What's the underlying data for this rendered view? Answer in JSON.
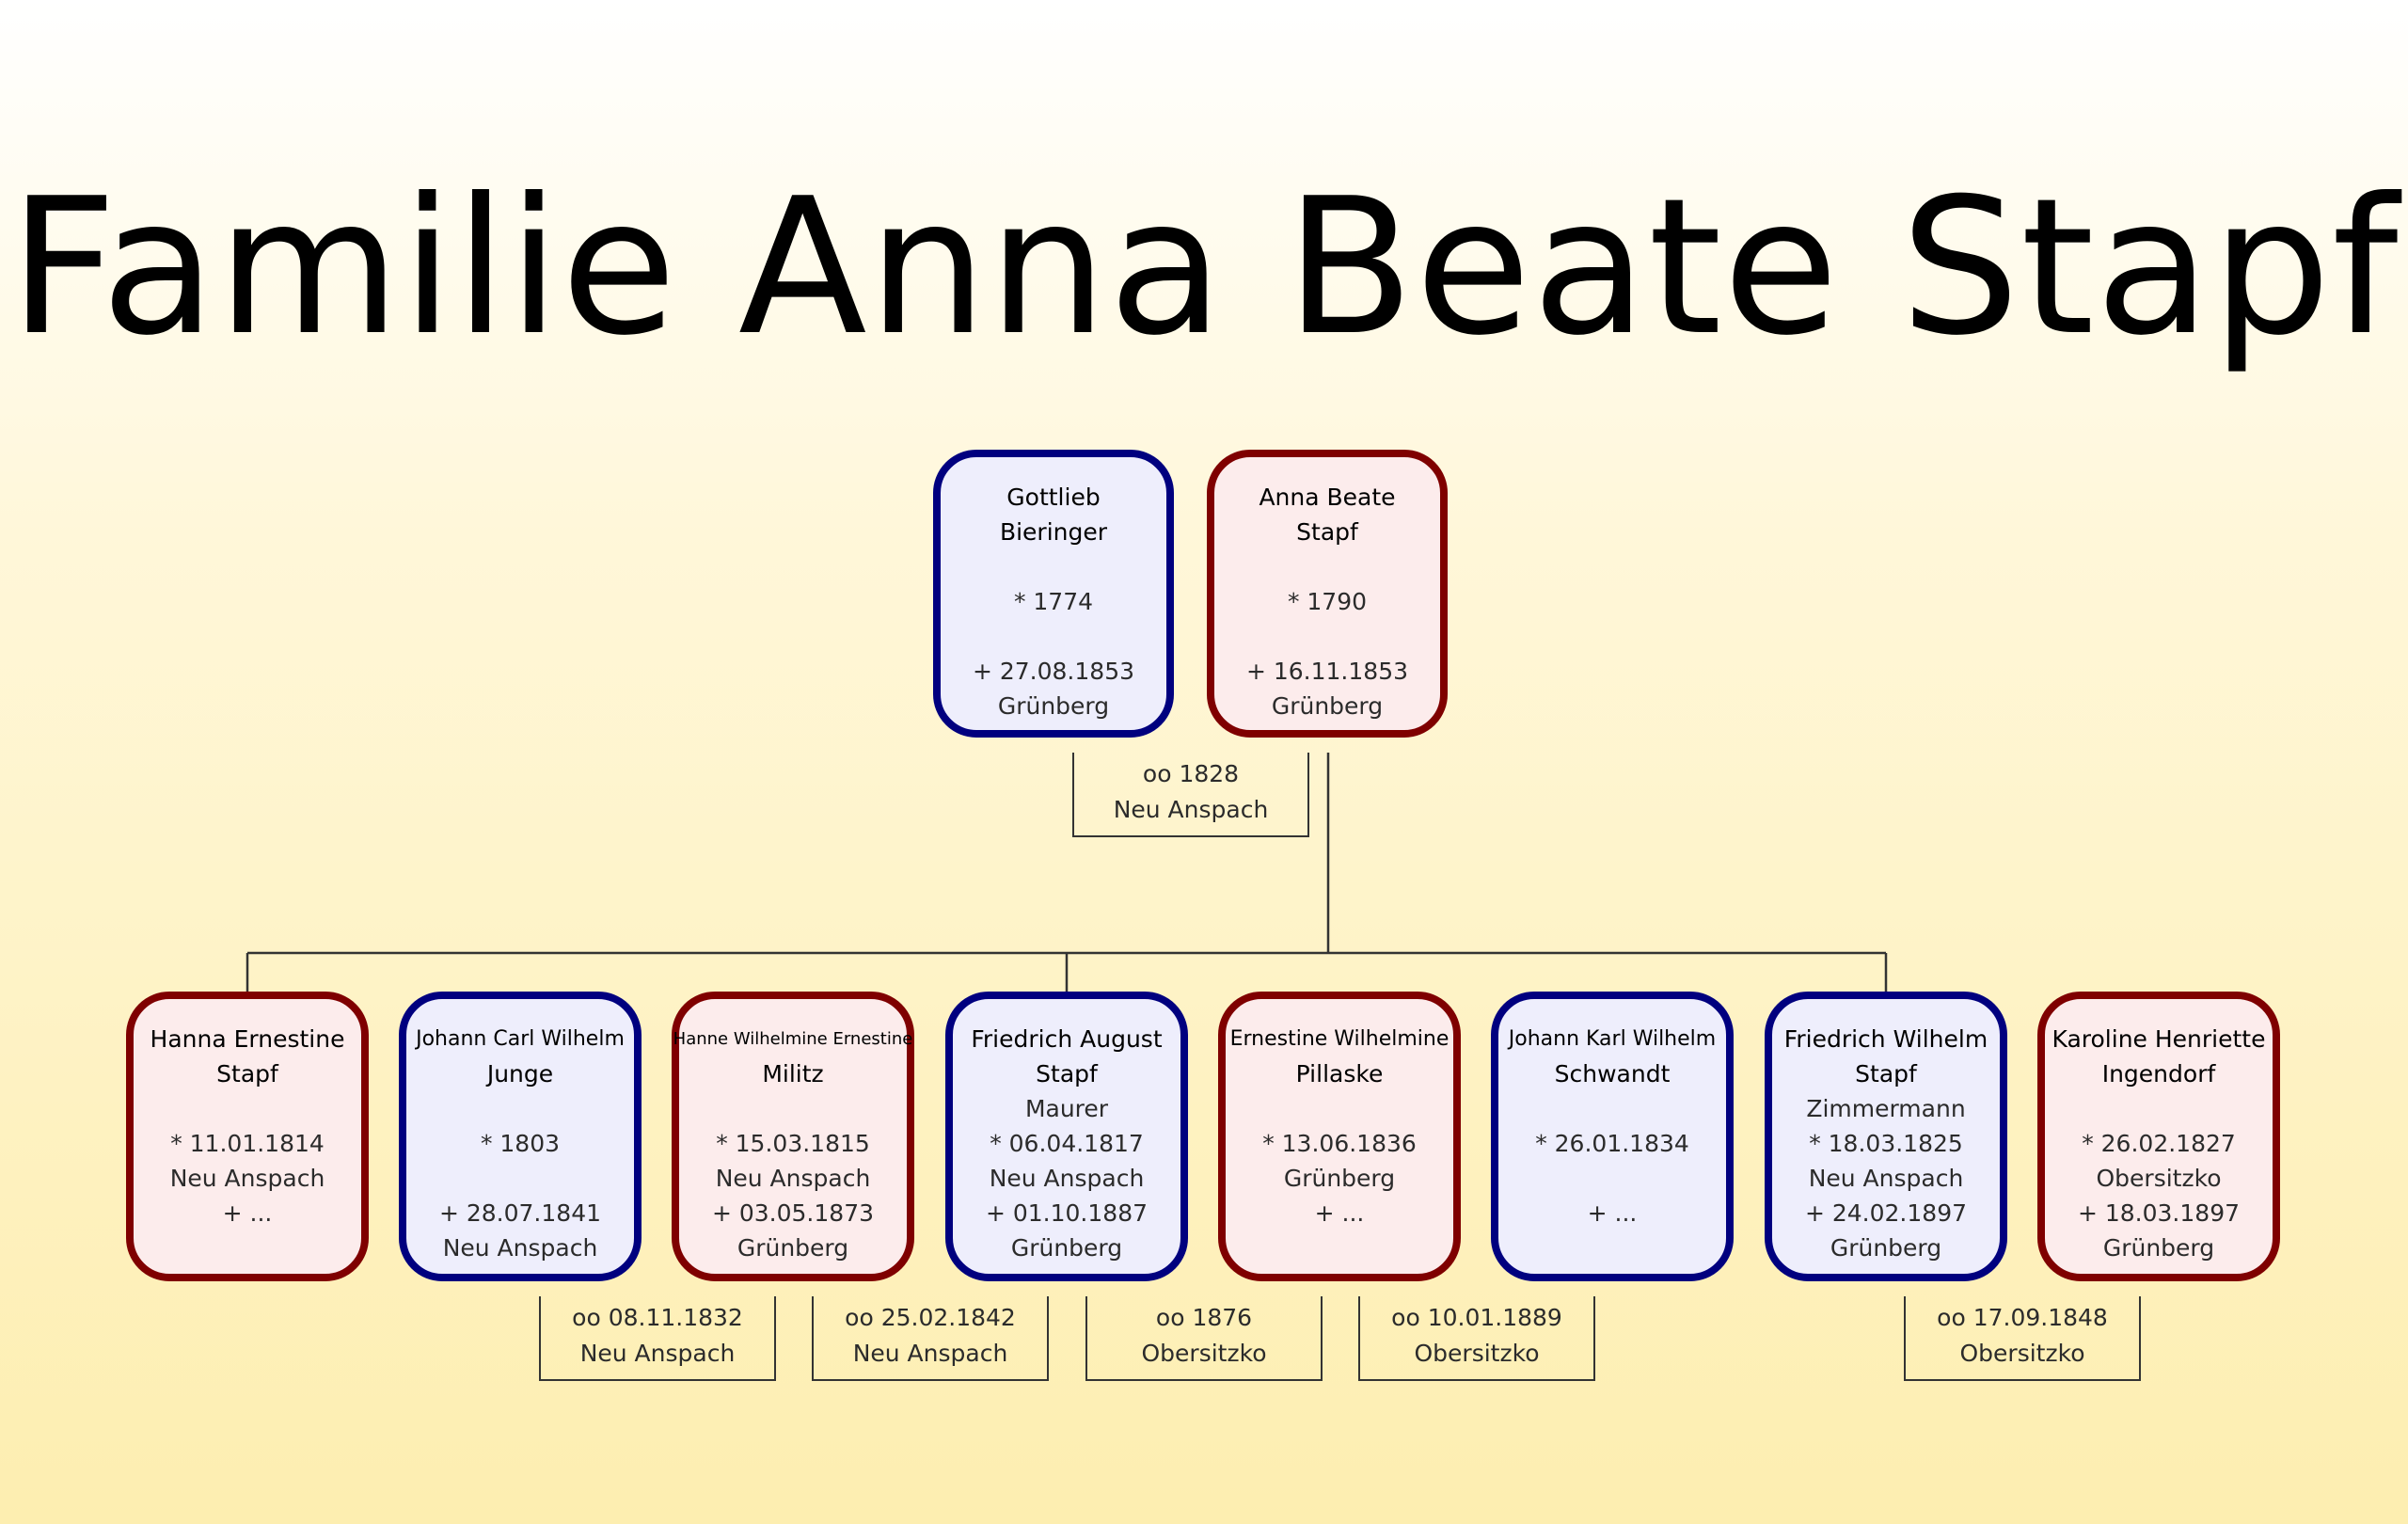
{
  "title": "Familie Anna Beate Stapf",
  "colors": {
    "male_border": "#00007f",
    "male_fill": "#eeeefc",
    "female_border": "#7f0000",
    "female_fill": "#fcecec",
    "line": "#333333"
  },
  "parents": [
    {
      "sex": "m",
      "lines": [
        "Gottlieb",
        "Bieringer",
        "",
        "* 1774",
        "",
        "+ 27.08.1853",
        "Grünberg"
      ]
    },
    {
      "sex": "f",
      "lines": [
        "Anna Beate",
        "Stapf",
        "",
        "* 1790",
        "",
        "+ 16.11.1853",
        "Grünberg"
      ]
    }
  ],
  "parents_marriage": {
    "date": "oo 1828",
    "place": "Neu Anspach"
  },
  "children": [
    {
      "sex": "f",
      "lines": [
        "Hanna Ernestine",
        "Stapf",
        "",
        "* 11.01.1814",
        "Neu Anspach",
        "+ ..."
      ]
    },
    {
      "sex": "m",
      "lines": [
        "Johann Carl Wilhelm",
        "Junge",
        "",
        "* 1803",
        "",
        "+ 28.07.1841",
        "Neu Anspach"
      ]
    },
    {
      "sex": "f",
      "lines": [
        "Hanne Wilhelmine Ernestine",
        "Militz",
        "",
        "* 15.03.1815",
        "Neu Anspach",
        "+ 03.05.1873",
        "Grünberg"
      ]
    },
    {
      "sex": "m",
      "lines": [
        "Friedrich August",
        "Stapf",
        "Maurer",
        "* 06.04.1817",
        "Neu Anspach",
        "+ 01.10.1887",
        "Grünberg"
      ]
    },
    {
      "sex": "f",
      "lines": [
        "Ernestine Wilhelmine",
        "Pillaske",
        "",
        "* 13.06.1836",
        "Grünberg",
        "+ ..."
      ]
    },
    {
      "sex": "m",
      "lines": [
        "Johann Karl Wilhelm",
        "Schwandt",
        "",
        "* 26.01.1834",
        "",
        "+ ..."
      ]
    },
    {
      "sex": "m",
      "lines": [
        "Friedrich Wilhelm",
        "Stapf",
        "Zimmermann",
        "* 18.03.1825",
        "Neu Anspach",
        "+ 24.02.1897",
        "Grünberg"
      ]
    },
    {
      "sex": "f",
      "lines": [
        "Karoline Henriette",
        "Ingendorf",
        "",
        "* 26.02.1827",
        "Obersitzko",
        "+ 18.03.1897",
        "Grünberg"
      ]
    }
  ],
  "child_marriages": [
    {
      "date": "oo 08.11.1832",
      "place": "Neu Anspach"
    },
    {
      "date": "oo 25.02.1842",
      "place": "Neu Anspach"
    },
    {
      "date": "oo 1876",
      "place": "Obersitzko"
    },
    {
      "date": "oo 10.01.1889",
      "place": "Obersitzko"
    },
    {
      "date": "oo 17.09.1848",
      "place": "Obersitzko"
    }
  ]
}
